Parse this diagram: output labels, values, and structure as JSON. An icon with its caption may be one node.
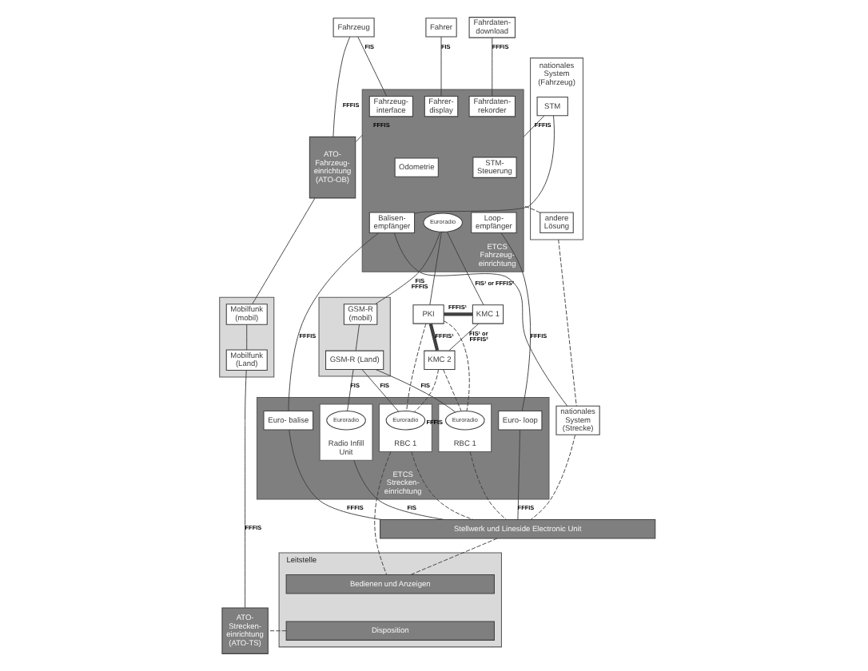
{
  "diagram": {
    "nodes": [
      {
        "text": [
          "nationales System (Fahrzeug)"
        ]
      },
      {
        "text": [
          "STM"
        ],
        "in": 0
      },
      {
        "text": [
          "andere Lösung"
        ],
        "in": 0
      },
      {
        "text": [
          "Fahrdaten- download"
        ]
      },
      {
        "text": [
          "Fahrer"
        ]
      },
      {
        "text": [
          "Fahrzeug"
        ]
      },
      {
        "text": [
          "ETCS Fahrzeug- einrichtung"
        ]
      },
      {
        "text": [
          "Fahrdaten- rekorder"
        ],
        "in": 6
      },
      {
        "text": [
          "Fahrer- display"
        ],
        "in": 6
      },
      {
        "text": [
          "Fahrzeug- interface"
        ],
        "in": 6
      },
      {
        "text": [
          "STM- Steuerung"
        ],
        "in": 6
      },
      {
        "text": [
          "Odometrie"
        ],
        "in": 6
      },
      {
        "text": [
          "Balisen- empfänger"
        ],
        "in": 6
      },
      {
        "text": [
          "Loop- empfänger"
        ],
        "in": 6
      },
      {
        "text": [
          "Euroradio"
        ],
        "in": 6
      },
      {
        "text": [
          "ATO- Fahrzeug- einrichtung (ATO-OB)"
        ]
      },
      {
        "text": [],
        "shape": "box"
      },
      {
        "text": [
          "GSM-R (mobil)"
        ],
        "in": 16
      },
      {
        "text": [
          "GSM-R (Land)"
        ],
        "in": 16
      },
      {
        "text": [
          "PKI"
        ]
      },
      {
        "text": [
          "KMC 1"
        ]
      },
      {
        "text": [
          "KMC 2"
        ]
      },
      {
        "text": [],
        "shape": "box"
      },
      {
        "text": [
          "Mobilfunk (mobil)"
        ],
        "in": 22
      },
      {
        "text": [
          "Mobilfunk (Land)"
        ],
        "in": 22
      },
      {
        "text": [
          "nationales System (Strecke)"
        ]
      },
      {
        "text": [
          "ETCS Strecken- einrichtung"
        ]
      },
      {
        "text": [
          "Euro- balise"
        ],
        "in": 26
      },
      {
        "text": [
          "Euro- loop"
        ],
        "in": 26
      },
      {
        "text": [
          "Radio Infill Unit"
        ],
        "in": 26
      },
      {
        "text": [
          "Euroradio"
        ],
        "in": 29
      },
      {
        "text": [
          "RBC 1"
        ],
        "in": 26
      },
      {
        "text": [
          "Euroradio"
        ],
        "in": 31
      },
      {
        "text": [
          "RBC 1"
        ],
        "in": 26
      },
      {
        "text": [
          "Euroradio"
        ],
        "in": 33
      },
      {
        "text": [
          "Stellwerk und Lineside Electronic Unit"
        ]
      },
      {
        "text": [
          "Leitstelle"
        ]
      },
      {
        "text": [
          "Bedienen und Anzeigen"
        ],
        "in": 36
      },
      {
        "text": [
          "Disposition"
        ],
        "in": 36
      },
      {
        "text": [
          "ATO- Strecken- einrichtung (ATO-TS)"
        ]
      }
    ],
    "edges": [
      {
        "from": 3,
        "to": 7,
        "arrow": "none",
        "label": "FFFIS"
      },
      {
        "from": 4,
        "to": 8,
        "arrow": "none",
        "label": "FIS"
      },
      {
        "from": 5,
        "to": 9,
        "arrow": "none",
        "label": "FIS"
      },
      {
        "from": 5,
        "to": 15,
        "arrow": "none",
        "label": "FFFIS"
      },
      {
        "from": 1,
        "to": 6,
        "arrow": "none",
        "label": "FFFIS"
      },
      {
        "from": 6,
        "to": 15,
        "arrow": "none",
        "label": "FFFIS"
      },
      {
        "from": 1,
        "to": 12,
        "arrow": "none"
      },
      {
        "from": 2,
        "to": 6,
        "arrow": "none",
        "style": "dashed"
      },
      {
        "from": 0,
        "to": 25,
        "arrow": "none",
        "style": "dashed"
      },
      {
        "from": 12,
        "to": 25,
        "arrow": "none"
      },
      {
        "from": 12,
        "to": 27,
        "arrow": "none",
        "label": "FFFIS"
      },
      {
        "from": 13,
        "to": 28,
        "arrow": "none",
        "label": "FFFIS"
      },
      {
        "from": 14,
        "to": 17,
        "arrow": "none",
        "label": "FIS FFFIS"
      },
      {
        "from": 14,
        "to": 19,
        "arrow": "none"
      },
      {
        "from": 14,
        "to": 20,
        "arrow": "none",
        "label": "FIS¹ or FFFIS²"
      },
      {
        "from": 19,
        "to": 20,
        "arrow": "none",
        "label": "FFFIS¹",
        "style": "thick"
      },
      {
        "from": 19,
        "to": 21,
        "arrow": "none",
        "label": "FFFIS¹",
        "style": "thick"
      },
      {
        "from": 20,
        "to": 21,
        "arrow": "none",
        "label": "FIS¹ or FFFIS²"
      },
      {
        "from": 17,
        "to": 18,
        "arrow": "none"
      },
      {
        "from": 18,
        "to": 30,
        "arrow": "none",
        "label": "FIS"
      },
      {
        "from": 18,
        "to": 32,
        "arrow": "none",
        "label": "FIS"
      },
      {
        "from": 18,
        "to": 34,
        "arrow": "none",
        "label": "FIS"
      },
      {
        "from": 19,
        "to": 32,
        "arrow": "none",
        "style": "dashed"
      },
      {
        "from": 19,
        "to": 34,
        "arrow": "none",
        "style": "dashed"
      },
      {
        "from": 21,
        "to": 32,
        "arrow": "none",
        "style": "dashed"
      },
      {
        "from": 21,
        "to": 34,
        "arrow": "none",
        "style": "dashed"
      },
      {
        "from": 31,
        "to": 33,
        "arrow": "none",
        "label": "FFFIS"
      },
      {
        "from": 15,
        "to": 23,
        "arrow": "none"
      },
      {
        "from": 23,
        "to": 24,
        "arrow": "none"
      },
      {
        "from": 24,
        "to": 39,
        "arrow": "none",
        "label": "FFFIS"
      },
      {
        "from": 27,
        "to": 35,
        "arrow": "none",
        "label": "FFFIS"
      },
      {
        "from": 28,
        "to": 35,
        "arrow": "none",
        "label": "FFFIS"
      },
      {
        "from": 29,
        "to": 35,
        "arrow": "none",
        "label": "FIS"
      },
      {
        "from": 31,
        "to": 35,
        "arrow": "none",
        "style": "dashed"
      },
      {
        "from": 33,
        "to": 35,
        "arrow": "none",
        "style": "dashed"
      },
      {
        "from": 25,
        "to": 35,
        "arrow": "none",
        "style": "dashed"
      },
      {
        "from": 33,
        "to": 37,
        "arrow": "none",
        "style": "dashed"
      },
      {
        "from": 35,
        "to": 37,
        "arrow": "none",
        "style": "dashed"
      },
      {
        "from": 38,
        "to": 39,
        "arrow": "none",
        "style": "dashed"
      }
    ]
  }
}
